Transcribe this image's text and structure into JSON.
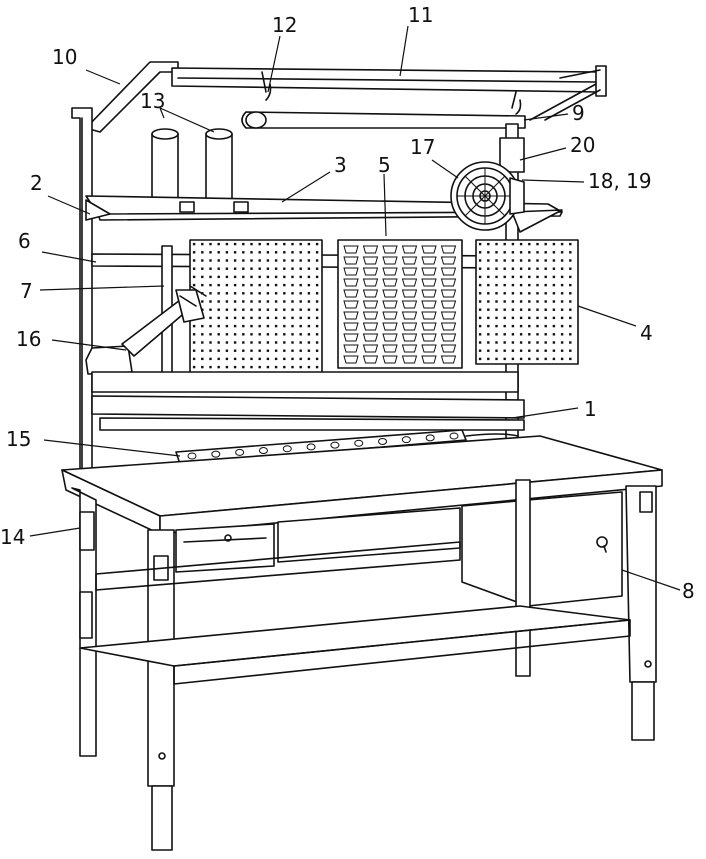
{
  "callouts": [
    {
      "id": "1",
      "label": "1"
    },
    {
      "id": "2",
      "label": "2"
    },
    {
      "id": "3",
      "label": "3"
    },
    {
      "id": "4",
      "label": "4"
    },
    {
      "id": "5",
      "label": "5"
    },
    {
      "id": "6",
      "label": "6"
    },
    {
      "id": "7",
      "label": "7"
    },
    {
      "id": "8",
      "label": "8"
    },
    {
      "id": "9",
      "label": "9"
    },
    {
      "id": "10",
      "label": "10"
    },
    {
      "id": "11",
      "label": "11"
    },
    {
      "id": "12",
      "label": "12"
    },
    {
      "id": "13",
      "label": "13"
    },
    {
      "id": "14",
      "label": "14"
    },
    {
      "id": "15",
      "label": "15"
    },
    {
      "id": "16",
      "label": "16"
    },
    {
      "id": "17",
      "label": "17"
    },
    {
      "id": "18_19",
      "label": "18, 19"
    },
    {
      "id": "20",
      "label": "20"
    }
  ],
  "colors": {
    "line": "#111111",
    "background": "#ffffff"
  }
}
